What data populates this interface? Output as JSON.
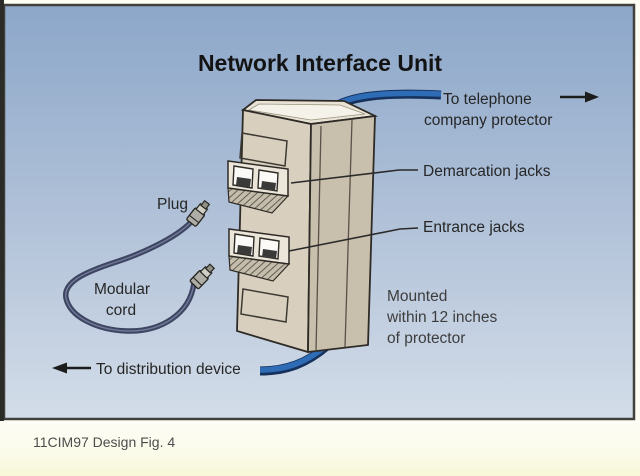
{
  "figure": {
    "title": "Network Interface Unit",
    "caption": "11CIM97 Design Fig. 4"
  },
  "labels": {
    "to_telephone_line1": "To telephone",
    "to_telephone_line2": "company protector",
    "demarcation_jacks": "Demarcation jacks",
    "entrance_jacks": "Entrance jacks",
    "plug": "Plug",
    "modular_cord_line1": "Modular",
    "modular_cord_line2": "cord",
    "mounted_line1": "Mounted",
    "mounted_line2": "within 12 inches",
    "mounted_line3": "of protector",
    "to_distribution": "To distribution device"
  },
  "colors": {
    "background_top": "#8ca7c9",
    "background_bottom": "#d3dde9",
    "panel_border": "#42403a",
    "box_front": "#d8cfbe",
    "box_side": "#c9bfad",
    "box_top": "#e9e3d5",
    "box_top_highlight": "#f5f2ea",
    "outline": "#2e2b26",
    "cable_blue": "#2e6cb6",
    "cable_blue_outline": "#15315c",
    "modular_cord": "#3e4560",
    "label_text": "#262626",
    "gray_text": "#3d3d3d",
    "caption_strip": "#f7f7d8"
  }
}
